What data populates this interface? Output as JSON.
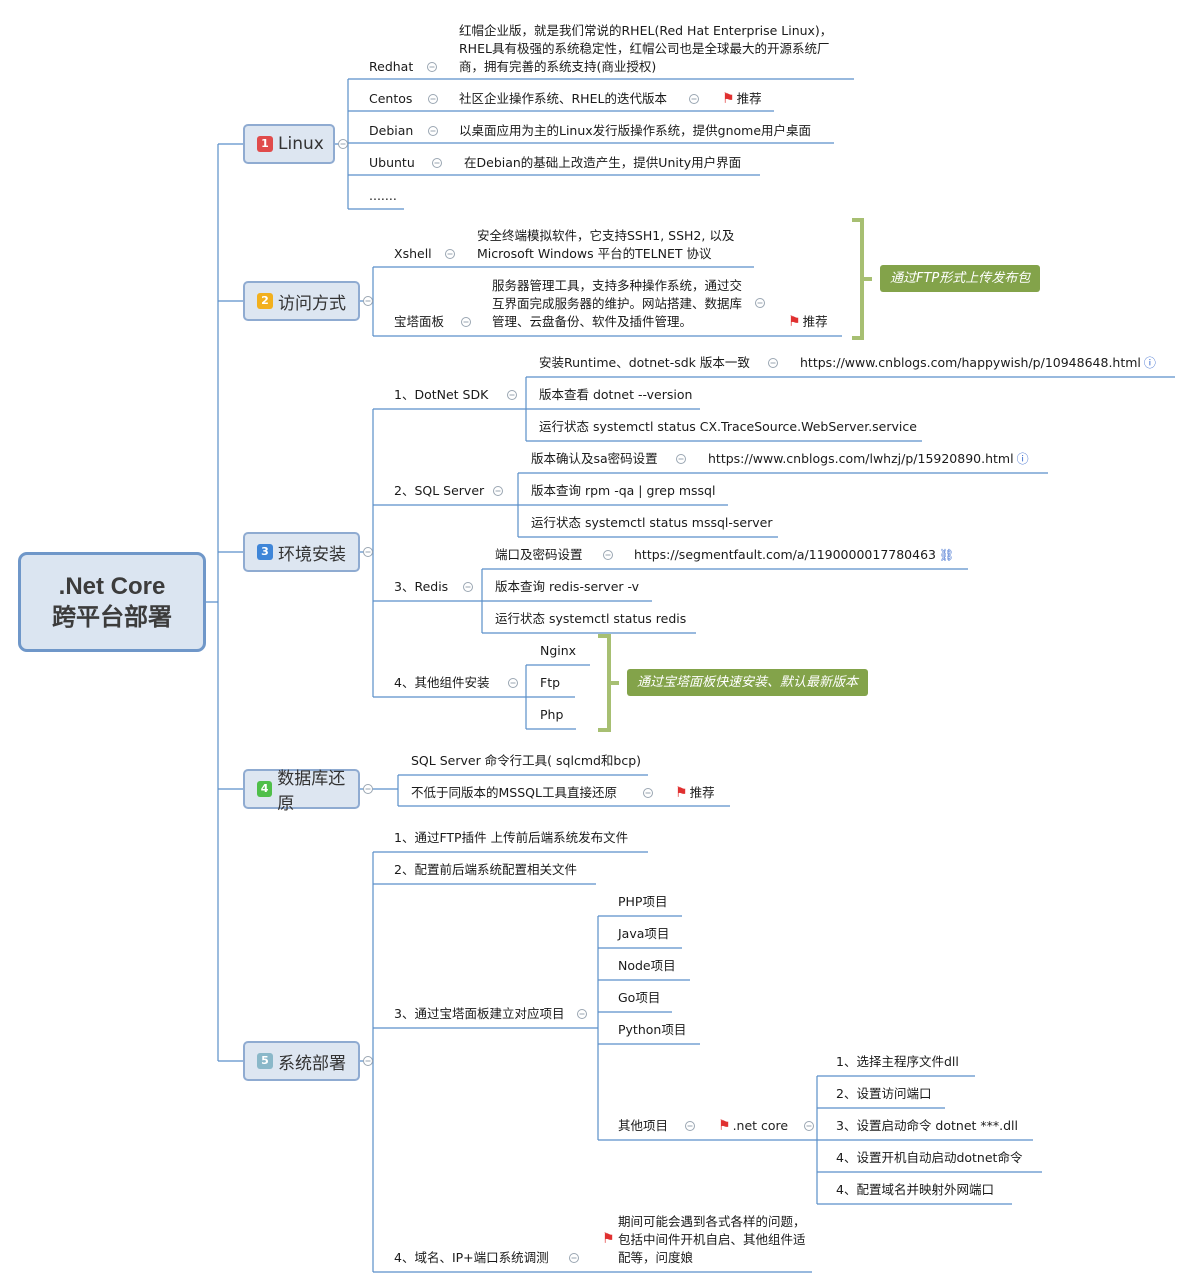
{
  "root": {
    "line1": ".Net Core",
    "line2": "跨平台部署"
  },
  "colors": {
    "edge": "#5b8fc9",
    "box_border": "#8fabd1",
    "box_fill": "#dde6f1",
    "callout": "#83a34a",
    "flag": "#e03030"
  },
  "branches": {
    "linux": {
      "number": "1",
      "label": "Linux",
      "redhat": {
        "label": "Redhat",
        "desc": "红帽企业版，就是我们常说的RHEL(Red Hat Enterprise Linux)，RHEL具有极强的系统稳定性，红帽公司也是全球最大的开源系统厂商，拥有完善的系统支持(商业授权)"
      },
      "centos": {
        "label": "Centos",
        "desc": "社区企业操作系统、RHEL的迭代版本",
        "marker": "推荐"
      },
      "debian": {
        "label": "Debian",
        "desc": "以桌面应用为主的Linux发行版操作系统，提供gnome用户桌面"
      },
      "ubuntu": {
        "label": "Ubuntu",
        "desc": "在Debian的基础上改造产生，提供Unity用户界面"
      },
      "more": "......."
    },
    "access": {
      "number": "2",
      "label": "访问方式",
      "xshell": {
        "label": "Xshell",
        "desc": "安全终端模拟软件，它支持SSH1, SSH2, 以及Microsoft Windows 平台的TELNET 协议"
      },
      "baota": {
        "label": "宝塔面板",
        "desc": "服务器管理工具，支持多种操作系统，通过交互界面完成服务器的维护。网站搭建、数据库管理、云盘备份、软件及插件管理。",
        "marker": "推荐"
      },
      "summary": "通过FTP形式上传发布包"
    },
    "env": {
      "number": "3",
      "label": "环境安装",
      "dotnet": {
        "label": "1、DotNet SDK",
        "items": [
          "安装Runtime、dotnet-sdk 版本一致",
          "版本查看 dotnet --version",
          "运行状态 systemctl status CX.TraceSource.WebServer.service"
        ],
        "link": "https://www.cnblogs.com/happywish/p/10948648.html"
      },
      "sql": {
        "label": "2、SQL Server",
        "items": [
          "版本确认及sa密码设置",
          "版本查询 rpm -qa | grep mssql",
          "运行状态 systemctl status mssql-server"
        ],
        "link": "https://www.cnblogs.com/lwhzj/p/15920890.html"
      },
      "redis": {
        "label": "3、Redis",
        "items": [
          "端口及密码设置",
          "版本查询 redis-server -v",
          "运行状态 systemctl status redis"
        ],
        "link": "https://segmentfault.com/a/1190000017780463"
      },
      "other": {
        "label": "4、其他组件安装",
        "items": [
          "Nginx",
          "Ftp",
          "Php"
        ],
        "summary": "通过宝塔面板快速安装、默认最新版本"
      }
    },
    "db": {
      "number": "4",
      "label": "数据库还原",
      "items": [
        "SQL Server 命令行工具( sqlcmd和bcp)",
        "不低于同版本的MSSQL工具直接还原"
      ],
      "marker": "推荐"
    },
    "deploy": {
      "number": "5",
      "label": "系统部署",
      "step1": "1、通过FTP插件 上传前后端系统发布文件",
      "step2": "2、配置前后端系统配置相关文件",
      "step3": {
        "label": "3、通过宝塔面板建立对应项目",
        "projects": [
          "PHP项目",
          "Java项目",
          "Node项目",
          "Go项目",
          "Python项目"
        ],
        "other": "其他项目",
        "netcore": ".net core",
        "netcore_steps": [
          "1、选择主程序文件dll",
          "2、设置访问端口",
          "3、设置启动命令 dotnet ***.dll",
          "4、设置开机自动启动dotnet命令",
          "4、配置域名并映射外网端口"
        ]
      },
      "step4": {
        "label": "4、域名、IP+端口系统调测",
        "note": "期间可能会遇到各式各样的问题，包括中间件开机自启、其他组件适配等，问度娘"
      }
    }
  }
}
